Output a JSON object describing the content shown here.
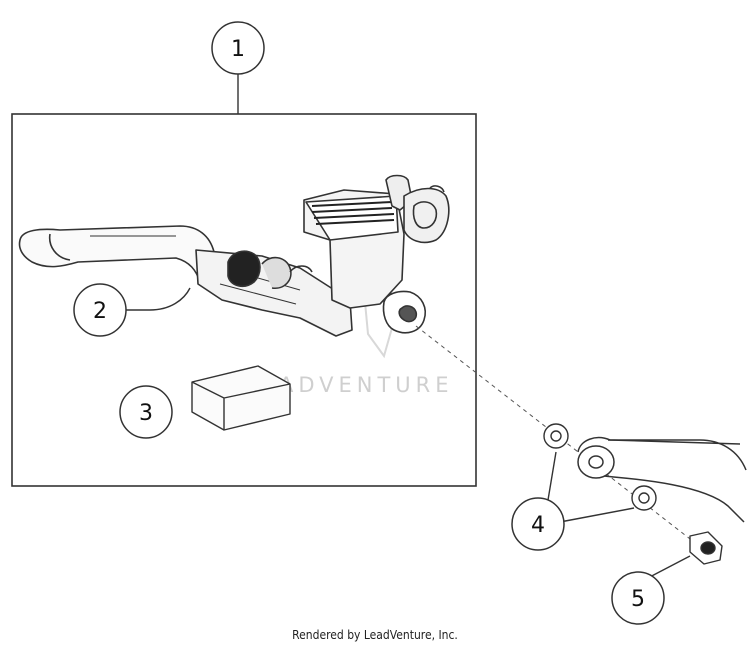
{
  "callouts": [
    {
      "id": "1",
      "label": "1"
    },
    {
      "id": "2",
      "label": "2"
    },
    {
      "id": "3",
      "label": "3"
    },
    {
      "id": "4",
      "label": "4"
    },
    {
      "id": "5",
      "label": "5"
    }
  ],
  "watermark": "LEADVENTURE",
  "footer": "Rendered by LeadVenture, Inc.",
  "colors": {
    "line": "#333333",
    "background": "#ffffff",
    "watermark": "#cfcfcf"
  }
}
